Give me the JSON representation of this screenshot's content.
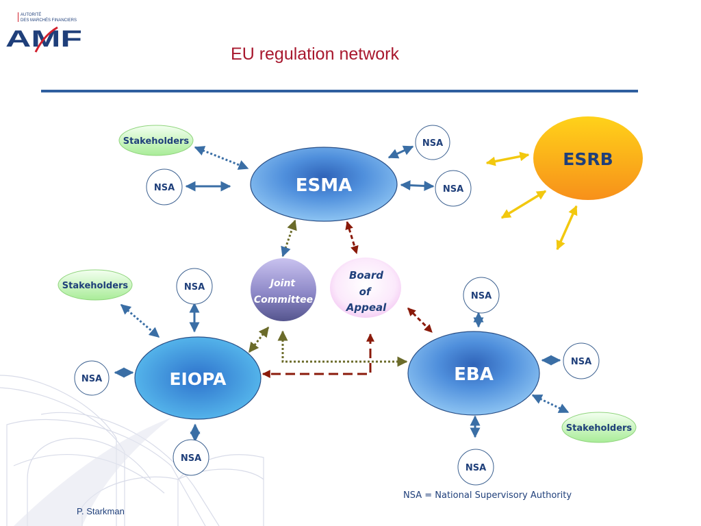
{
  "logo": {
    "line1": "AUTORITÉ",
    "line2": "DES MARCHÉS FINANCIERS",
    "wordmark": "AMF",
    "colors": {
      "blue": "#1f3f7a",
      "red": "#d11f2c"
    }
  },
  "title": "EU regulation network",
  "nodes": {
    "esma": "ESMA",
    "eiopa": "EIOPA",
    "eba": "EBA",
    "esrb": "ESRB",
    "joint_committee": [
      "Joint",
      "Committee"
    ],
    "board_of_appeal": [
      "Board",
      "of",
      "Appeal"
    ]
  },
  "stakeholders_label": "Stakeholders",
  "nsa_label": "NSA",
  "footnote": "NSA = National Supervisory Authority",
  "author": "P. Starkman",
  "colors": {
    "header_rule": "#2f5f9f",
    "authority_fill": "#6fb0ea",
    "esrb_fill": "#f7a21b",
    "stakeholders_fill": "#c9f5b8",
    "nsa_border": "#3a5f8f",
    "arrow_blue": "#3a6ea5",
    "arrow_olive": "#6b6b2a",
    "arrow_darkred": "#8a1a0a",
    "arrow_yellow": "#f2c80f",
    "text_blue": "#1f3f7a"
  }
}
